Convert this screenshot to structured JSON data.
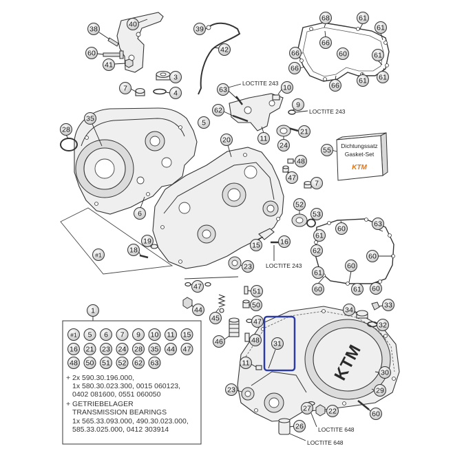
{
  "figure": {
    "callouts": [
      "38",
      "40",
      "60",
      "41",
      "39",
      "42",
      "3",
      "7",
      "4",
      "63",
      "10",
      "9",
      "62",
      "21",
      "5",
      "11",
      "24",
      "28",
      "35",
      "20",
      "55",
      "48",
      "47",
      "7",
      "6",
      "52",
      "53",
      "19",
      "18",
      "#1",
      "15",
      "16",
      "23",
      "47",
      "51",
      "44",
      "50",
      "45",
      "47",
      "46",
      "48",
      "31",
      "1",
      "11",
      "23",
      "34",
      "33",
      "32",
      "30",
      "29",
      "60",
      "22",
      "27",
      "26",
      "68",
      "61",
      "61",
      "66",
      "66",
      "60",
      "61",
      "66",
      "66",
      "61",
      "61",
      "60",
      "63",
      "61",
      "62",
      "60",
      "60",
      "61",
      "60",
      "61",
      "60"
    ],
    "notes": [
      "LOCTITE 243",
      "LOCTITE 243",
      "LOCTITE 243",
      "LOCTITE 648",
      "LOCTITE 648"
    ],
    "gasket_set": {
      "line1": "Dichtungssatz",
      "line2": "Gasket-Set",
      "logo": "KTM"
    },
    "cover_logo": "KTM"
  },
  "kit": {
    "items": [
      "#1",
      "5",
      "6",
      "7",
      "9",
      "10",
      "11",
      "15",
      "16",
      "21",
      "23",
      "24",
      "28",
      "35",
      "44",
      "47",
      "48",
      "50",
      "51",
      "52",
      "62",
      "63"
    ],
    "lines": [
      "+ 2x 590.30.196.000,",
      "1x 580.30.023.300, 0015 060123,",
      "0402 081600, 0551 060050",
      "+ GETRIEBELAGER",
      "TRANSMISSION BEARINGS",
      "1x 565.33.093.000, 490.30.023.000,",
      "585.33.025.000, 0412 303914"
    ]
  },
  "colors": {
    "highlight": "#2a3ba6",
    "brand_logo": "#e8740c",
    "line_art": "#333333"
  }
}
